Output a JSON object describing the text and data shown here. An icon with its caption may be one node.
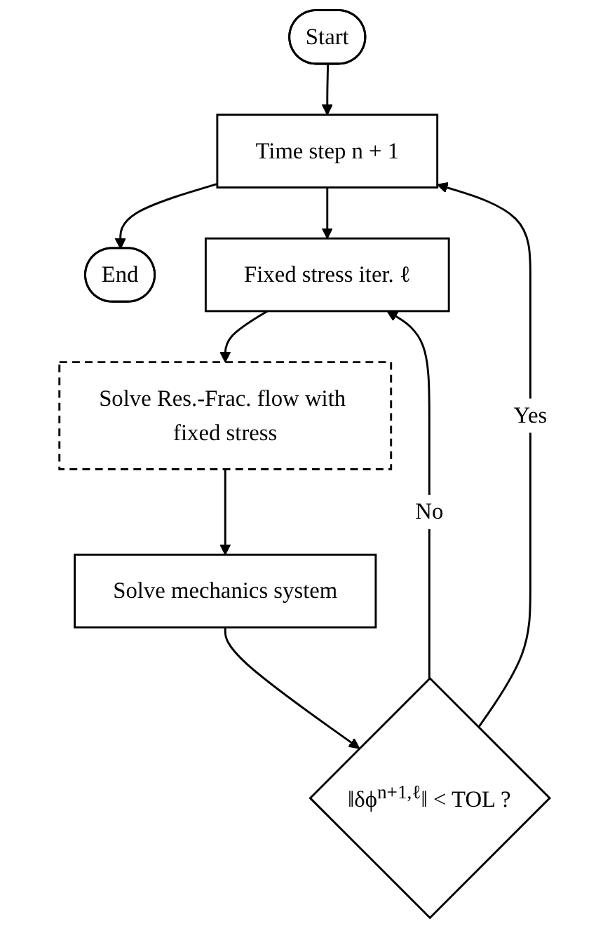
{
  "diagram": {
    "nodes": [
      {
        "text": [
          "Start"
        ]
      },
      {
        "text": [
          "Time step n + 1"
        ]
      },
      {
        "text": [
          "End"
        ]
      },
      {
        "text": [
          "Fixed stress iter. ℓ"
        ]
      },
      {
        "text": [
          "Solve Res.-Frac. flow with fixed stress"
        ]
      },
      {
        "text": [
          "Solve mechanics system"
        ]
      },
      {
        "text": [
          "‖δϕ$^{n+1,ℓ}$‖ < TOL ?"
        ]
      }
    ],
    "edges": [
      {
        "from": 0,
        "to": 1,
        "arrow": "to"
      },
      {
        "from": 1,
        "to": 2,
        "arrow": "to"
      },
      {
        "from": 1,
        "to": 3,
        "arrow": "to"
      },
      {
        "from": 3,
        "to": 4,
        "arrow": "to"
      },
      {
        "from": 4,
        "to": 5,
        "arrow": "to"
      },
      {
        "from": 5,
        "to": 6,
        "arrow": "to"
      },
      {
        "from": 6,
        "to": 1,
        "label": "Yes",
        "arrow": "to"
      },
      {
        "from": 6,
        "to": 3,
        "label": "No",
        "arrow": "to"
      }
    ]
  }
}
